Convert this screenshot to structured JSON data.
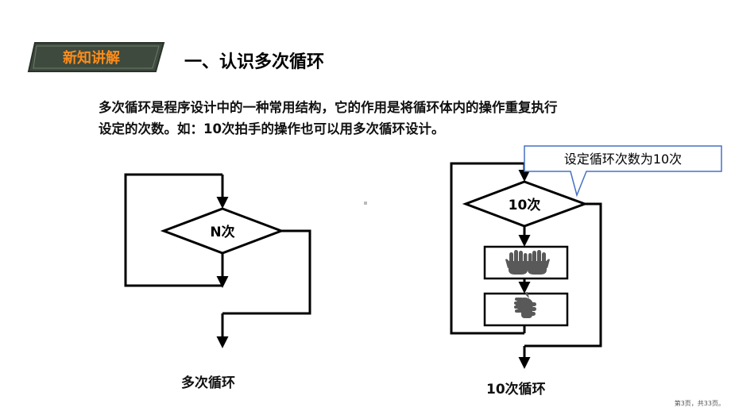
{
  "header": {
    "tab_label": "新知讲解",
    "section_title": "一、认识多次循环"
  },
  "intro": {
    "line1": "多次循环是程序设计中的一种常用结构，它的作用是将循环体内的操作重复执行",
    "line2": "设定的次数。如：10次拍手的操作也可以用多次循环设计。"
  },
  "left_diagram": {
    "condition_label": "N次",
    "caption": "多次循环"
  },
  "right_diagram": {
    "condition_label": "10次",
    "callout_text": "设定循环次数为10次",
    "body_steps": [
      "open-hands-icon",
      "clap-hands-icon"
    ],
    "caption": "10次循环"
  },
  "footer": {
    "page_indicator": "第3页，共33页。"
  },
  "colors": {
    "tab_fill": "#3d4a3d",
    "tab_text": "#ff8c1a",
    "callout_border": "#4472c4",
    "line": "#000000",
    "icon_fill": "#595959"
  }
}
